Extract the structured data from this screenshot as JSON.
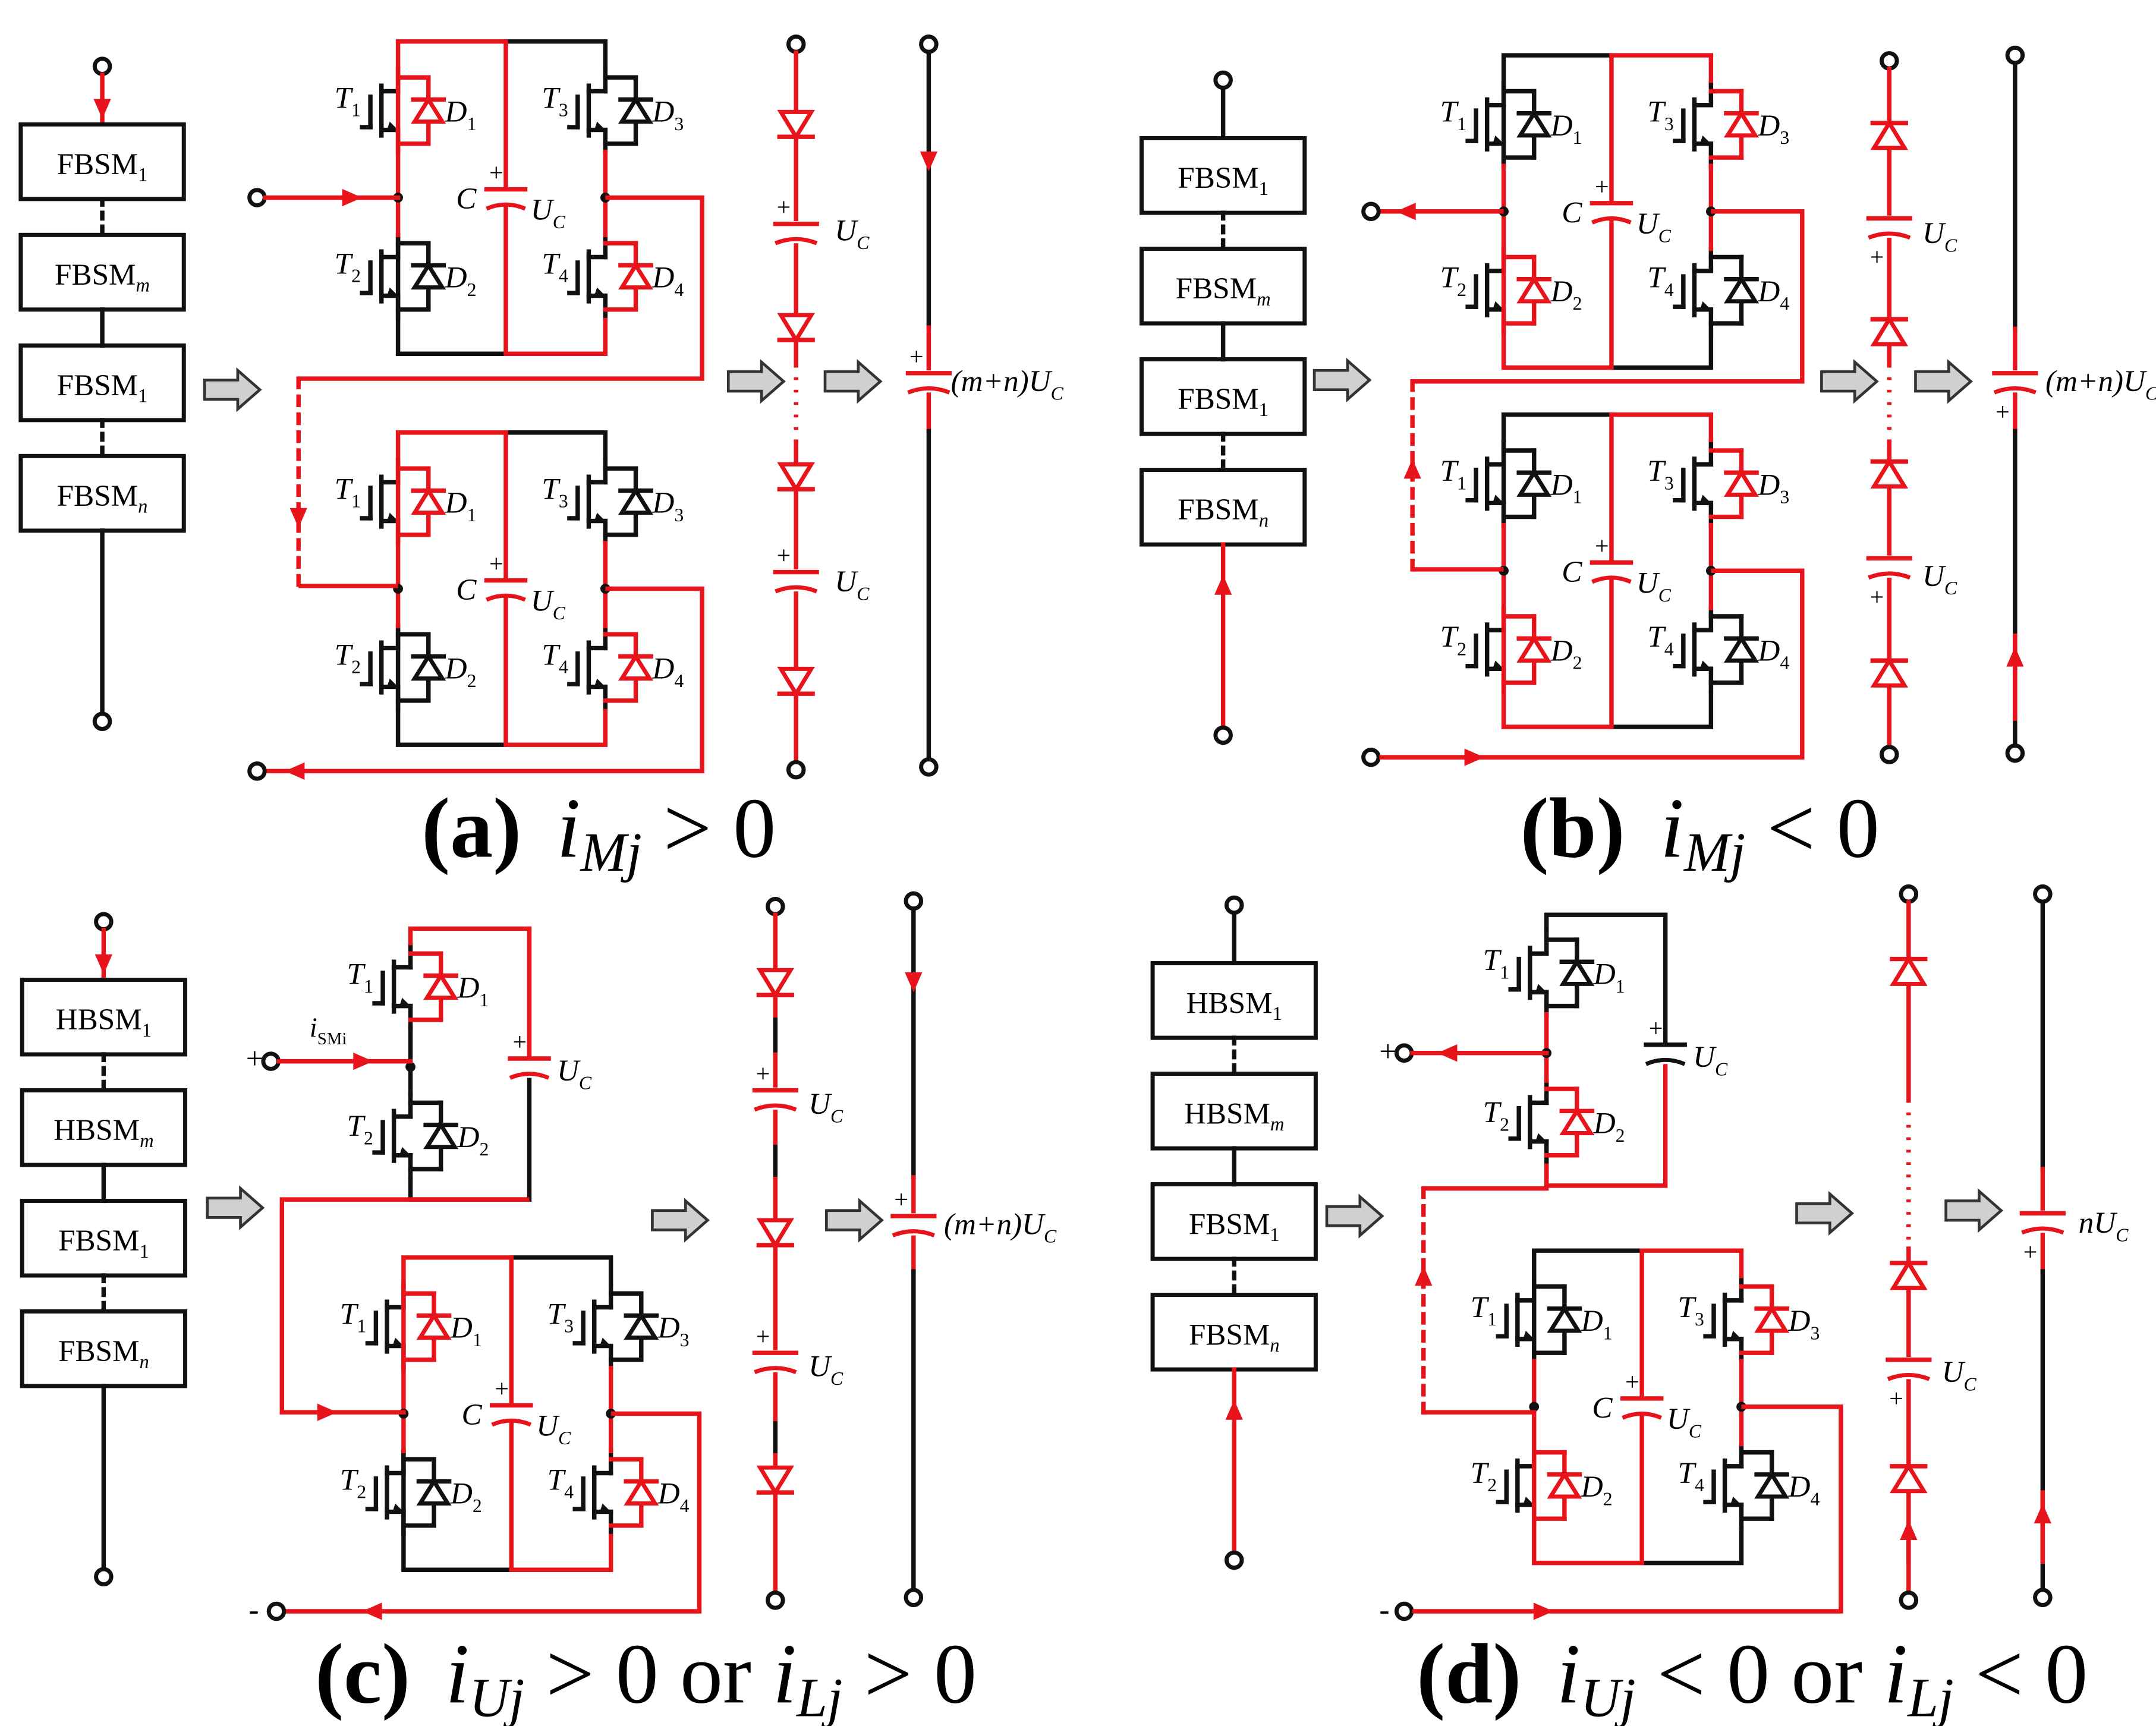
{
  "colors": {
    "conduct": "#e8141c",
    "idle": "#111111",
    "arrow_fill": "#d0d0d0"
  },
  "panels": [
    {
      "id": "a",
      "caption": {
        "letter": "(a)",
        "cur": "i",
        "sub": "Mj",
        "rest": " > 0"
      },
      "stack": [
        {
          "base": "FBSM",
          "sub": "1"
        },
        {
          "base": "FBSM",
          "sub": "m"
        },
        {
          "base": "FBSM",
          "sub": "1"
        },
        {
          "base": "FBSM",
          "sub": "n"
        }
      ],
      "cell_labels": {
        "C": "C",
        "U": "U",
        "Usub": "C",
        "T1": "1",
        "T2": "2",
        "T3": "3",
        "T4": "4"
      },
      "equiv_u": "U",
      "equiv_u_sub": "C",
      "total_label": {
        "pre": "(m+n)U",
        "sub": "C"
      }
    },
    {
      "id": "b",
      "caption": {
        "letter": "(b)",
        "cur": "i",
        "sub": "Mj",
        "rest": " < 0"
      },
      "stack": [
        {
          "base": "FBSM",
          "sub": "1"
        },
        {
          "base": "FBSM",
          "sub": "m"
        },
        {
          "base": "FBSM",
          "sub": "1"
        },
        {
          "base": "FBSM",
          "sub": "n"
        }
      ],
      "total_label": {
        "pre": "(m+n)U",
        "sub": "C"
      }
    },
    {
      "id": "c",
      "caption": {
        "letter": "(c)",
        "cur": "i",
        "sub": "Uj",
        "mid": " > 0  or  ",
        "cur2": "i",
        "sub2": "Lj",
        "rest": " > 0"
      },
      "stack": [
        {
          "base": "HBSM",
          "sub": "1"
        },
        {
          "base": "HBSM",
          "sub": "m"
        },
        {
          "base": "FBSM",
          "sub": "1"
        },
        {
          "base": "FBSM",
          "sub": "n"
        }
      ],
      "ism_label": {
        "base": "i",
        "sub": "SMi"
      },
      "plus": "+",
      "minus": "-",
      "total_label": {
        "pre": "(m+n)U",
        "sub": "C"
      }
    },
    {
      "id": "d",
      "caption": {
        "letter": "(d)",
        "cur": "i",
        "sub": "Uj",
        "mid": " < 0  or  ",
        "cur2": "i",
        "sub2": "Lj",
        "rest": " < 0"
      },
      "stack": [
        {
          "base": "HBSM",
          "sub": "1"
        },
        {
          "base": "HBSM",
          "sub": "m"
        },
        {
          "base": "FBSM",
          "sub": "1"
        },
        {
          "base": "FBSM",
          "sub": "n"
        }
      ],
      "plus": "+",
      "minus": "-",
      "total_label": {
        "pre": "nU",
        "sub": "C"
      }
    }
  ]
}
